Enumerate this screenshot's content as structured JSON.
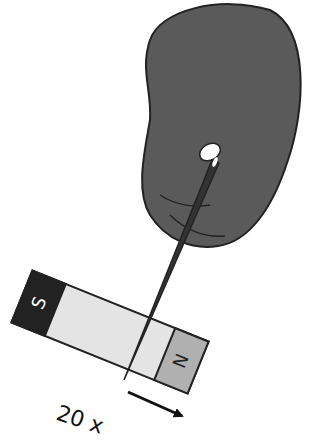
{
  "diagram": {
    "labels": [
      "S",
      "N",
      "20 x"
    ]
  }
}
